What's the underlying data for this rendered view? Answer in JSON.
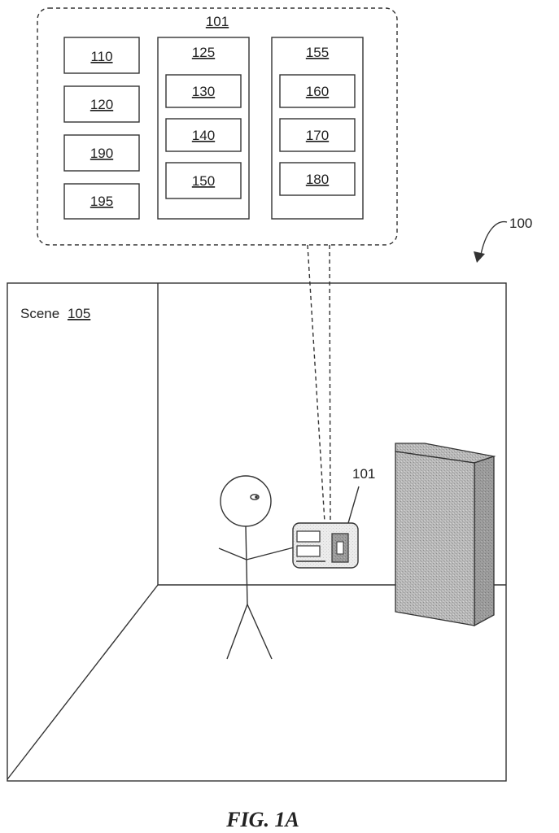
{
  "detail": {
    "title": "101",
    "column1": [
      "110",
      "120",
      "190",
      "195"
    ],
    "column2": {
      "header": "125",
      "items": [
        "130",
        "140",
        "150"
      ]
    },
    "column3": {
      "header": "155",
      "items": [
        "160",
        "170",
        "180"
      ]
    }
  },
  "ref_system": "100",
  "scene": {
    "label_prefix": "Scene",
    "label_number": "105"
  },
  "device_label": "101",
  "figure_caption": "FIG. 1A"
}
